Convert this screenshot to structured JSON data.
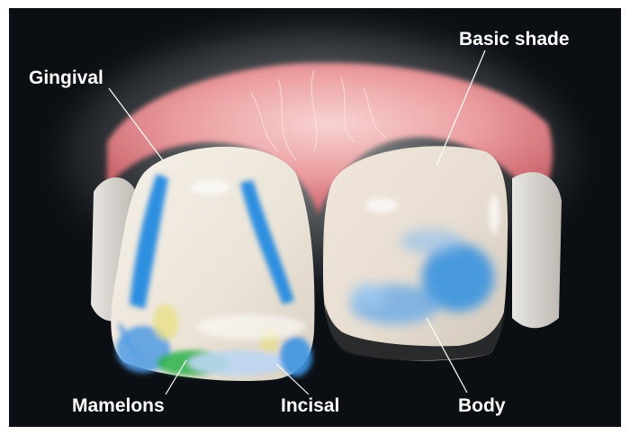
{
  "figure": {
    "subject": "dental-crown-shade-map-photo",
    "labels": {
      "gingival": "Gingival",
      "basic_shade": "Basic shade",
      "mamelons": "Mamelons",
      "incisal": "Incisal",
      "body": "Body"
    },
    "colors": {
      "background": "#0b0f14",
      "frame": "#ffffff",
      "gum": "#e58a91",
      "tooth": "#eee8dd",
      "stain_blue": "#2f8fe0",
      "stain_green": "#2bb34a",
      "stain_yellow": "#e8e07a",
      "leader_line": "#ffffff"
    }
  }
}
